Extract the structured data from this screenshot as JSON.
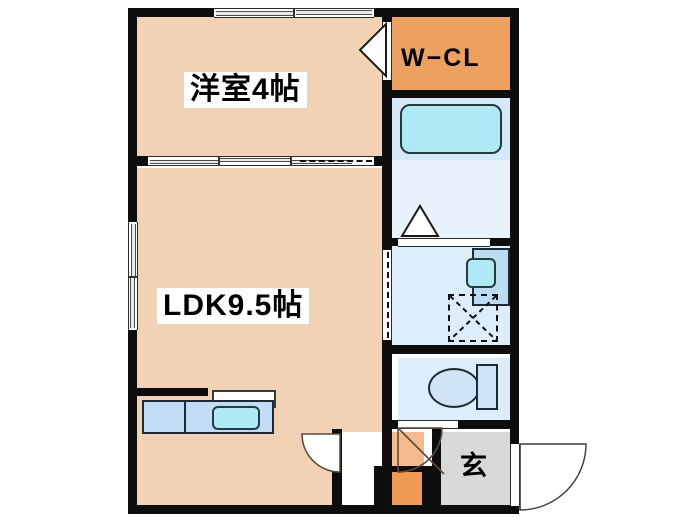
{
  "plan": {
    "type": "japanese-apartment-floor-plan",
    "layout_code": "1LDK",
    "background_color": "#ffffff",
    "wall_color": "#0d0d0d",
    "colors": {
      "living_floor": "#f2d2b4",
      "closet_floor": "#eda160",
      "wet_floor": "#ddeefa",
      "bath_floor": "#d4e9f7",
      "genkan_floor": "#d9d9d9",
      "step_floor": "#ef9a52",
      "fixture_blue": "#aeeaf5",
      "counter_blue": "#c3dcf6"
    }
  },
  "rooms": [
    {
      "id": "bedroom",
      "label": "洋室4帖",
      "size_jo": 4,
      "floor": "#f2d2b4"
    },
    {
      "id": "ldk",
      "label": "LDK9.5帖",
      "size_jo": 9.5,
      "floor": "#f2d2b4"
    },
    {
      "id": "closet",
      "label": "W−CL",
      "floor": "#eda160"
    },
    {
      "id": "bath",
      "label": "",
      "floor": "#d4e9f7"
    },
    {
      "id": "washroom",
      "label": "",
      "floor": "#ddeefa"
    },
    {
      "id": "toilet",
      "label": "",
      "floor": "#ddeefa"
    },
    {
      "id": "entrance",
      "label": "玄",
      "floor": "#d9d9d9"
    }
  ],
  "fixtures": [
    {
      "id": "bathtub",
      "name": "bathtub",
      "room": "bath"
    },
    {
      "id": "vanity",
      "name": "vanity-sink",
      "room": "washroom"
    },
    {
      "id": "washer-pan",
      "name": "washing-machine-space",
      "room": "washroom"
    },
    {
      "id": "toilet",
      "name": "toilet",
      "room": "toilet"
    },
    {
      "id": "kitchen-counter",
      "name": "kitchen-counter",
      "room": "ldk"
    },
    {
      "id": "kitchen-sink",
      "name": "kitchen-sink",
      "room": "ldk"
    },
    {
      "id": "range-hood",
      "name": "range-hood",
      "room": "ldk"
    }
  ],
  "openings": [
    {
      "id": "bedroom-window-north",
      "name": "window",
      "orientation": "horizontal"
    },
    {
      "id": "bedroom-closet-door",
      "name": "folding-door",
      "orientation": "vertical"
    },
    {
      "id": "bedroom-ldk-partition",
      "name": "sliding-partition",
      "orientation": "horizontal"
    },
    {
      "id": "ldk-window-west",
      "name": "window",
      "orientation": "vertical"
    },
    {
      "id": "ldk-washroom-door",
      "name": "sliding-door",
      "orientation": "vertical"
    },
    {
      "id": "bath-washroom-door",
      "name": "folding-door",
      "orientation": "horizontal"
    },
    {
      "id": "toilet-door",
      "name": "hinged-door",
      "orientation": "horizontal"
    },
    {
      "id": "ldk-hall-door",
      "name": "hinged-door",
      "orientation": "vertical"
    },
    {
      "id": "entrance-door",
      "name": "entry-door",
      "orientation": "vertical"
    }
  ]
}
